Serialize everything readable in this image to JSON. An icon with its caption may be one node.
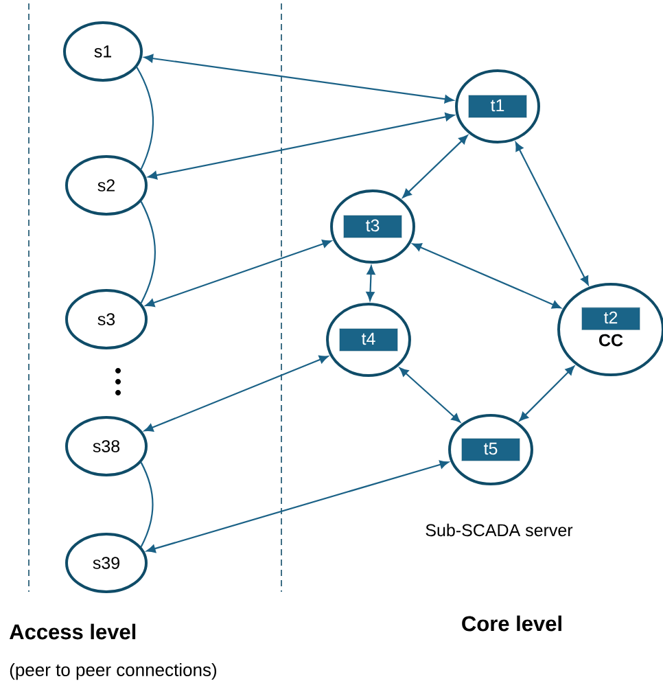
{
  "diagram": {
    "nodes": [
      {
        "text": [
          "s1"
        ]
      },
      {
        "text": [
          "s2"
        ]
      },
      {
        "text": [
          "s3"
        ]
      },
      {
        "text": [
          "s38"
        ]
      },
      {
        "text": [
          "s39"
        ]
      },
      {
        "text": [
          "t1"
        ]
      },
      {
        "text": [
          "t3"
        ]
      },
      {
        "text": [
          "t4"
        ]
      },
      {
        "text": [
          "t2",
          "CC"
        ]
      },
      {
        "text": [
          "t5"
        ]
      }
    ],
    "edges": [
      {
        "from": 0,
        "to": 1,
        "arrow": "none"
      },
      {
        "from": 1,
        "to": 2,
        "arrow": "none"
      },
      {
        "from": 3,
        "to": 4,
        "arrow": "none"
      },
      {
        "from": 5,
        "to": 0,
        "arrow": "both"
      },
      {
        "from": 5,
        "to": 1,
        "arrow": "both"
      },
      {
        "from": 6,
        "to": 2,
        "arrow": "both"
      },
      {
        "from": 7,
        "to": 3,
        "arrow": "both"
      },
      {
        "from": 9,
        "to": 4,
        "arrow": "both"
      },
      {
        "from": 5,
        "to": 6,
        "arrow": "both"
      },
      {
        "from": 5,
        "to": 8,
        "arrow": "both"
      },
      {
        "from": 6,
        "to": 8,
        "arrow": "both"
      },
      {
        "from": 6,
        "to": 7,
        "arrow": "both"
      },
      {
        "from": 7,
        "to": 9,
        "arrow": "both"
      },
      {
        "from": 9,
        "to": 8,
        "arrow": "both"
      }
    ],
    "labels": [
      "Sub-SCADA server",
      "Access level",
      "(peer to peer connections)",
      "Core level"
    ]
  }
}
